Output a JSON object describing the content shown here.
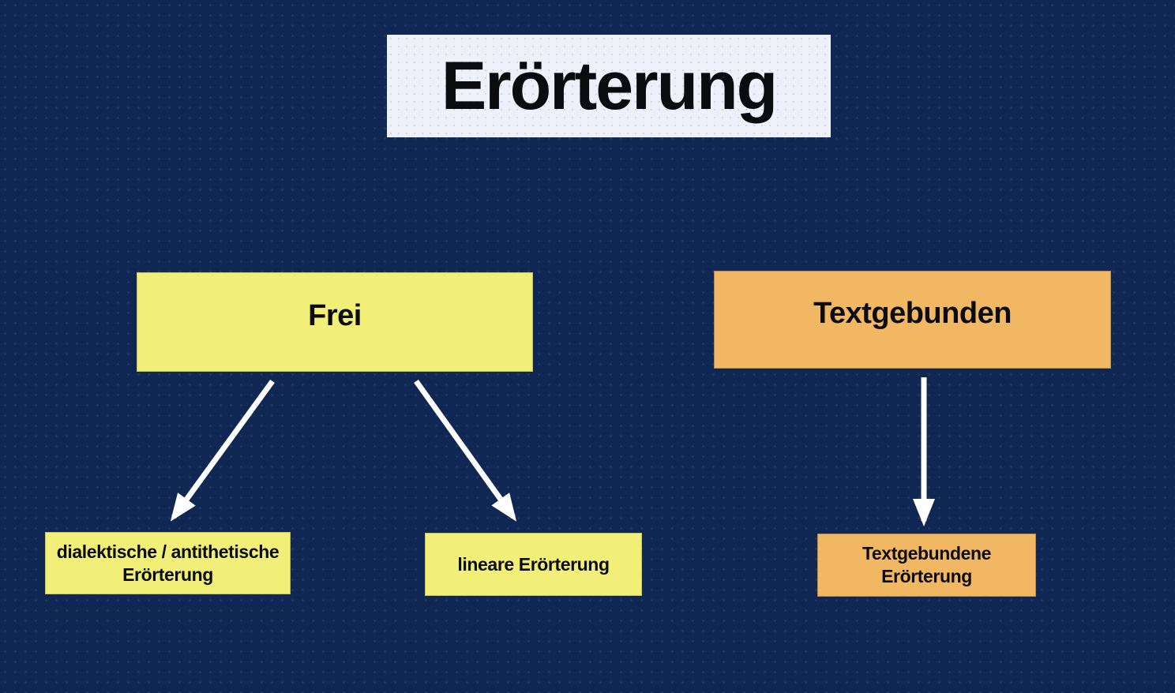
{
  "colors": {
    "background": "#0f2752",
    "title-bg": "#eef0fa",
    "yellow": "#f2ef78",
    "orange": "#f2b763",
    "text": "#0b0c0f",
    "arrow": "#ffffff"
  },
  "title": {
    "label": "Erörterung"
  },
  "nodes": {
    "frei": {
      "label": "Frei"
    },
    "textgebunden": {
      "label": "Textgebunden"
    },
    "dialektische": {
      "line1": "dialektische / antithetische",
      "line2": "Erörterung"
    },
    "lineare": {
      "label": "lineare Erörterung"
    },
    "textgebundene": {
      "line1": "Textgebundene",
      "line2": "Erörterung"
    }
  },
  "edges": [
    {
      "from": "Frei",
      "to": "dialektische / antithetische Erörterung"
    },
    {
      "from": "Frei",
      "to": "lineare Erörterung"
    },
    {
      "from": "Textgebunden",
      "to": "Textgebundene Erörterung"
    }
  ]
}
